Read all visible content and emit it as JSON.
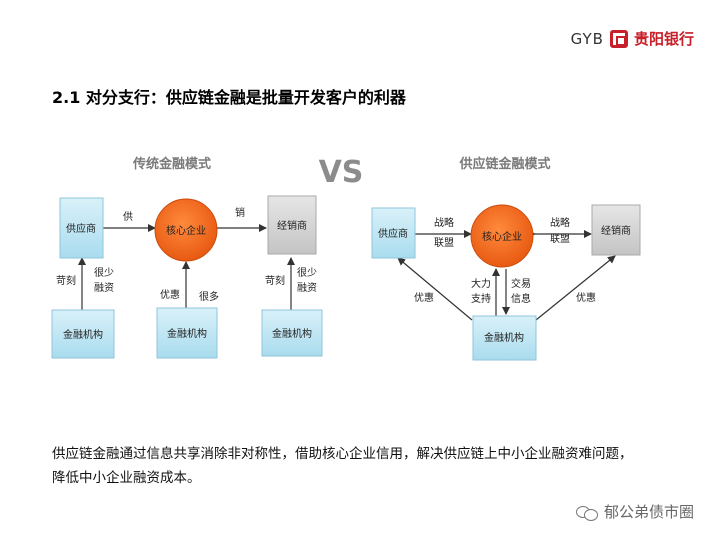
{
  "header": {
    "logo_text": "GYB",
    "logo_cn": "贵阳银行"
  },
  "slide": {
    "title": "2.1 对分支行：供应链金融是批量开发客户的利器"
  },
  "diagram": {
    "vs_label": "VS",
    "traditional": {
      "heading": "传统金融模式",
      "nodes": {
        "supplier": "供应商",
        "core": "核心企业",
        "dealer": "经销商",
        "bank_left": "金融机构",
        "bank_mid": "金融机构",
        "bank_right": "金融机构"
      },
      "edges": {
        "supply": "供",
        "sell": "销",
        "strict": "苛刻",
        "little_left_1": "很少",
        "little_left_2": "融资",
        "preferential": "优惠",
        "many": "很多",
        "strict_right": "苛刻",
        "little_right_1": "很少",
        "little_right_2": "融资"
      }
    },
    "supply_chain": {
      "heading": "供应链金融模式",
      "nodes": {
        "supplier": "供应商",
        "core": "核心企业",
        "dealer": "经销商",
        "bank": "金融机构"
      },
      "edges": {
        "strategic_left_1": "战略",
        "strategic_left_2": "联盟",
        "strategic_right_1": "战略",
        "strategic_right_2": "联盟",
        "preferential_left": "优惠",
        "preferential_right": "优惠",
        "support_1": "大力",
        "support_2": "支持",
        "info_1": "交易",
        "info_2": "信息"
      }
    }
  },
  "description": {
    "line1": "供应链金融通过信息共享消除非对称性，借助核心企业信用，解决供应链上中小企业融资难问题，",
    "line2": "降低中小企业融资成本。"
  },
  "watermark": {
    "text": "郁公弟债市圈"
  },
  "colors": {
    "accent_red": "#c8202a",
    "core_orange": "#f06a21",
    "blue_box": "#bfe6f3",
    "gray_box": "#d4d4d4",
    "vs_gray": "#8c8c8c"
  }
}
